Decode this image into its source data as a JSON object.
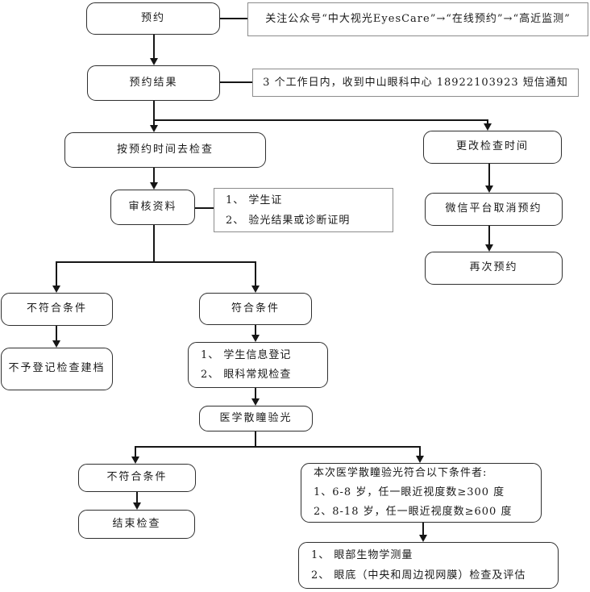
{
  "colors": {
    "background": "#ffffff",
    "box_border": "#2f2f2f",
    "note_border": "#8c8c8c",
    "line": "#161616",
    "text": "#1a1a1a"
  },
  "main_flow": {
    "appointment": "预约",
    "appointment_result": "预约结果",
    "go_check_on_time": "按预约时间去检查",
    "review_materials": "审核资料",
    "not_eligible_1": "不符合条件",
    "eligible": "符合条件",
    "no_registration": "不予登记检查建档",
    "dilated_refraction": "医学散瞳验光",
    "not_eligible_2": "不符合条件",
    "end_check": "结束检查"
  },
  "right_flow": {
    "change_time": "更改检查时间",
    "wechat_cancel": "微信平台取消预约",
    "rebook": "再次预约"
  },
  "notes": {
    "follow_account": "关注公众号“中大视光EyesCare”→“在线预约”→“高近监测”",
    "sms_notice": "3 个工作日内，收到中山眼科中心 18922103923 短信通知",
    "materials": [
      "1、 学生证",
      "2、 验光结果或诊断证明"
    ],
    "registration_steps": [
      "1、 学生信息登记",
      "2、 眼科常规检查"
    ],
    "criteria": [
      "本次医学散瞳验光符合以下条件者:",
      "1、6-8 岁，任一眼近视度数≥300 度",
      "2、8-18 岁，任一眼近视度数≥600 度"
    ],
    "final_steps": [
      "1、 眼部生物学测量",
      "2、 眼底（中央和周边视网膜）检查及评估"
    ]
  }
}
